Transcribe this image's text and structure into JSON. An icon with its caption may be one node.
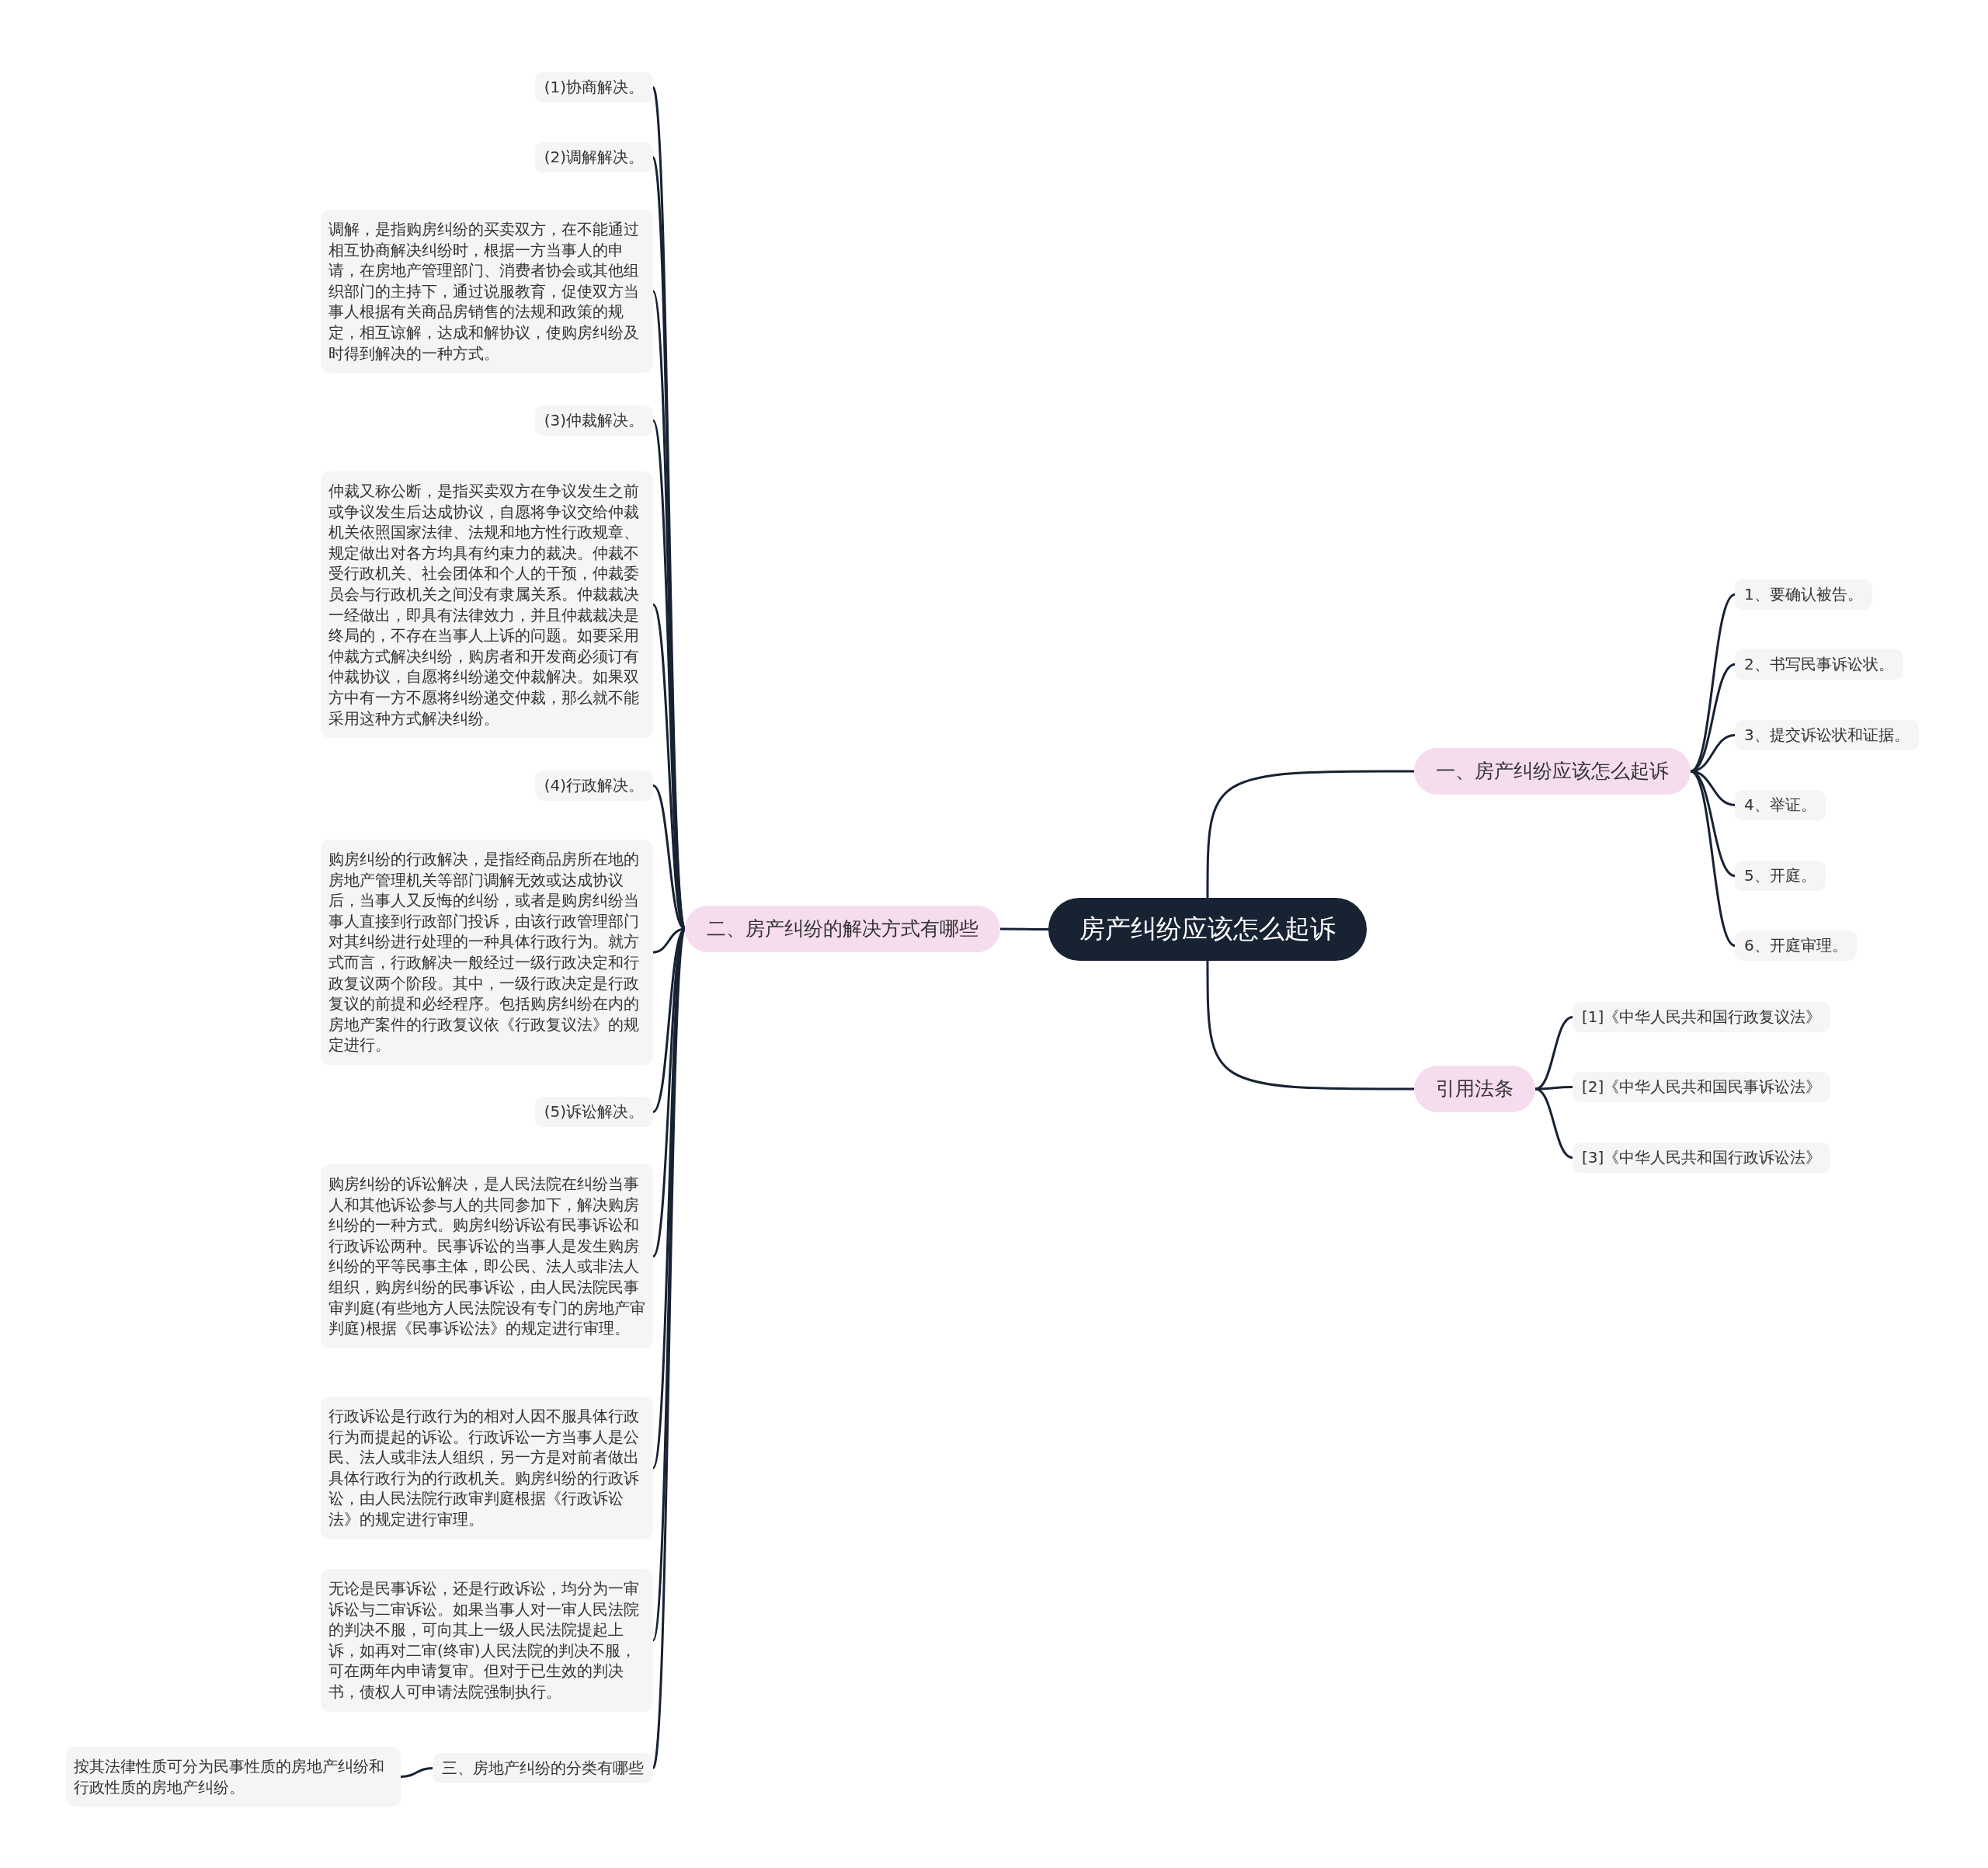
{
  "diagram": {
    "nodes": [
      {
        "text": [
          "房产纠纷应该怎么起诉"
        ]
      },
      {
        "text": [
          "一、房产纠纷应该怎么起诉"
        ]
      },
      {
        "text": [
          "1、要确认被告。"
        ]
      },
      {
        "text": [
          "2、书写民事诉讼状。"
        ]
      },
      {
        "text": [
          "3、提交诉讼状和证据。"
        ]
      },
      {
        "text": [
          "4、举证。"
        ]
      },
      {
        "text": [
          "5、开庭。"
        ]
      },
      {
        "text": [
          "6、开庭审理。"
        ]
      },
      {
        "text": [
          "引用法条"
        ]
      },
      {
        "text": [
          "[1]《中华人民共和国行政复议法》"
        ]
      },
      {
        "text": [
          "[2]《中华人民共和国民事诉讼法》"
        ]
      },
      {
        "text": [
          "[3]《中华人民共和国行政诉讼法》"
        ]
      },
      {
        "text": [
          "二、房产纠纷的解决方式有哪些"
        ]
      },
      {
        "text": [
          "(1)协商解决。"
        ]
      },
      {
        "text": [
          "(2)调解解决。"
        ]
      },
      {
        "text": [
          "调解，是指购房纠纷的买卖双方，在不能通过相互协商解决纠纷时，根据一方当事人的申请，在房地产管理部门、消费者协会或其他组织部门的主持下，通过说服教育，促使双方当事人根据有关商品房销售的法规和政策的规定，相互谅解，达成和解协议，使购房纠纷及时得到解决的一种方式。"
        ]
      },
      {
        "text": [
          "(3)仲裁解决。"
        ]
      },
      {
        "text": [
          "仲裁又称公断，是指买卖双方在争议发生之前或争议发生后达成协议，自愿将争议交给仲裁机关依照国家法律、法规和地方性行政规章、规定做出对各方均具有约束力的裁决。仲裁不受行政机关、社会团体和个人的干预，仲裁委员会与行政机关之间没有隶属关系。仲裁裁决一经做出，即具有法律效力，并且仲裁裁决是终局的，不存在当事人上诉的问题。如要采用仲裁方式解决纠纷，购房者和开发商必须订有仲裁协议，自愿将纠纷递交仲裁解决。如果双方中有一方不愿将纠纷递交仲裁，那么就不能采用这种方式解决纠纷。"
        ]
      },
      {
        "text": [
          "(4)行政解决。"
        ]
      },
      {
        "text": [
          "购房纠纷的行政解决，是指经商品房所在地的房地产管理机关等部门调解无效或达成协议后，当事人又反悔的纠纷，或者是购房纠纷当事人直接到行政部门投诉，由该行政管理部门对其纠纷进行处理的一种具体行政行为。就方式而言，行政解决一般经过一级行政决定和行政复议两个阶段。其中，一级行政决定是行政复议的前提和必经程序。包括购房纠纷在内的房地产案件的行政复议依《行政复议法》的规定进行。"
        ]
      },
      {
        "text": [
          "(5)诉讼解决。"
        ]
      },
      {
        "text": [
          "购房纠纷的诉讼解决，是人民法院在纠纷当事人和其他诉讼参与人的共同参加下，解决购房纠纷的一种方式。购房纠纷诉讼有民事诉讼和行政诉讼两种。民事诉讼的当事人是发生购房纠纷的平等民事主体，即公民、法人或非法人组织，购房纠纷的民事诉讼，由人民法院民事审判庭(有些地方人民法院设有专门的房地产审判庭)根据《民事诉讼法》的规定进行审理。"
        ]
      },
      {
        "text": [
          "行政诉讼是行政行为的相对人因不服具体行政行为而提起的诉讼。行政诉讼一方当事人是公民、法人或非法人组织，另一方是对前者做出具体行政行为的行政机关。购房纠纷的行政诉讼，由人民法院行政审判庭根据《行政诉讼法》的规定进行审理。"
        ]
      },
      {
        "text": [
          "无论是民事诉讼，还是行政诉讼，均分为一审诉讼与二审诉讼。如果当事人对一审人民法院的判决不服，可向其上一级人民法院提起上诉，如再对二审(终审)人民法院的判决不服，可在两年内申请复审。但对于已生效的判决书，债权人可申请法院强制执行。"
        ]
      },
      {
        "text": [
          "三、房地产纠纷的分类有哪些"
        ]
      },
      {
        "text": [
          "按其法律性质可分为民事性质的房地产纠纷和行政性质的房地产纠纷。"
        ]
      }
    ],
    "edges": [
      {
        "from": 0,
        "to": 1,
        "arrow": "none"
      },
      {
        "from": 1,
        "to": 2,
        "arrow": "none"
      },
      {
        "from": 1,
        "to": 3,
        "arrow": "none"
      },
      {
        "from": 1,
        "to": 4,
        "arrow": "none"
      },
      {
        "from": 1,
        "to": 5,
        "arrow": "none"
      },
      {
        "from": 1,
        "to": 6,
        "arrow": "none"
      },
      {
        "from": 1,
        "to": 7,
        "arrow": "none"
      },
      {
        "from": 0,
        "to": 8,
        "arrow": "none"
      },
      {
        "from": 8,
        "to": 9,
        "arrow": "none"
      },
      {
        "from": 8,
        "to": 10,
        "arrow": "none"
      },
      {
        "from": 8,
        "to": 11,
        "arrow": "none"
      },
      {
        "from": 0,
        "to": 12,
        "arrow": "none"
      },
      {
        "from": 12,
        "to": 13,
        "arrow": "none"
      },
      {
        "from": 12,
        "to": 14,
        "arrow": "none"
      },
      {
        "from": 12,
        "to": 15,
        "arrow": "none"
      },
      {
        "from": 12,
        "to": 16,
        "arrow": "none"
      },
      {
        "from": 12,
        "to": 17,
        "arrow": "none"
      },
      {
        "from": 12,
        "to": 18,
        "arrow": "none"
      },
      {
        "from": 12,
        "to": 19,
        "arrow": "none"
      },
      {
        "from": 12,
        "to": 20,
        "arrow": "none"
      },
      {
        "from": 12,
        "to": 21,
        "arrow": "none"
      },
      {
        "from": 12,
        "to": 22,
        "arrow": "none"
      },
      {
        "from": 12,
        "to": 23,
        "arrow": "none"
      },
      {
        "from": 12,
        "to": 24,
        "arrow": "none"
      },
      {
        "from": 24,
        "to": 25,
        "arrow": "none"
      }
    ]
  }
}
